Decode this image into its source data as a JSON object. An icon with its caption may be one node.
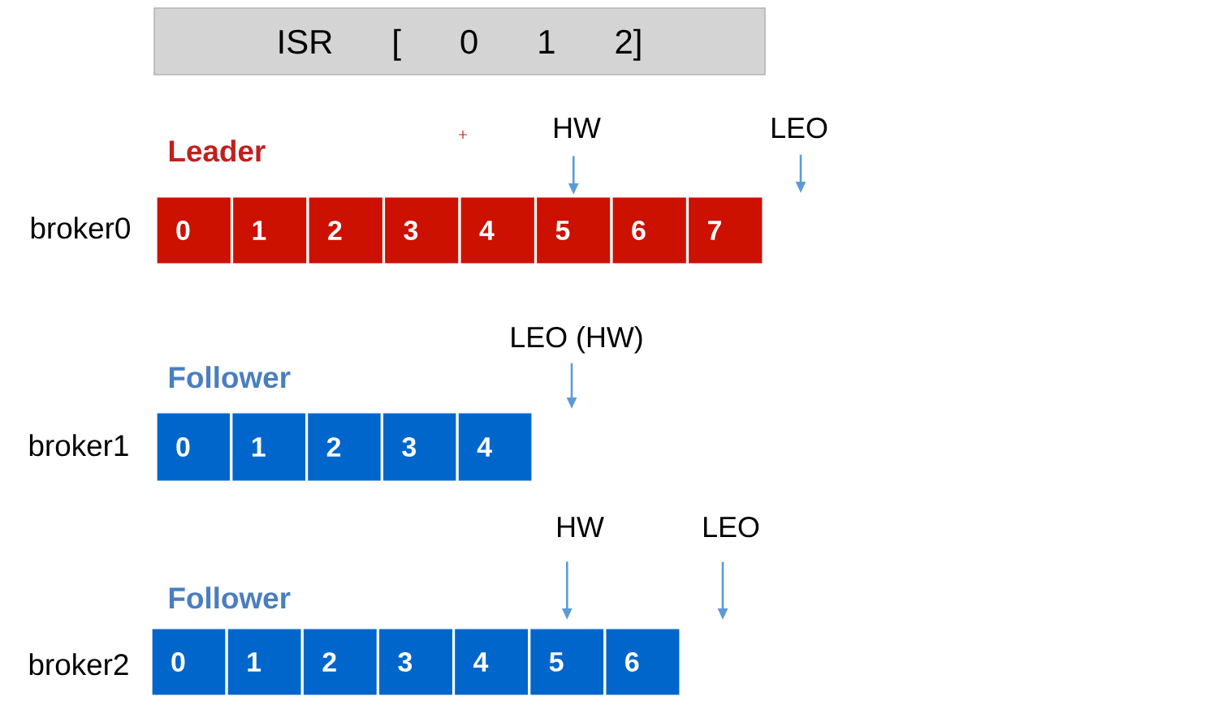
{
  "diagram": {
    "nodes": [
      {
        "text": [
          "ISR [ 0 1 2]"
        ]
      },
      {
        "text": [
          "HW"
        ]
      },
      {
        "text": [
          "LEO"
        ]
      },
      {
        "text": [
          "0"
        ]
      },
      {
        "text": [
          "1"
        ]
      },
      {
        "text": [
          "2"
        ]
      },
      {
        "text": [
          "3"
        ]
      },
      {
        "text": [
          "4"
        ]
      },
      {
        "text": [
          "5"
        ]
      },
      {
        "text": [
          "6"
        ]
      },
      {
        "text": [
          "7"
        ]
      },
      {
        "text": [
          "LEO (HW)"
        ]
      },
      {
        "text": [
          "0"
        ]
      },
      {
        "text": [
          "1"
        ]
      },
      {
        "text": [
          "2"
        ]
      },
      {
        "text": [
          "3"
        ]
      },
      {
        "text": [
          "4"
        ]
      },
      {
        "text": [
          "HW"
        ]
      },
      {
        "text": [
          "LEO"
        ]
      },
      {
        "text": [
          "0"
        ]
      },
      {
        "text": [
          "1"
        ]
      },
      {
        "text": [
          "2"
        ]
      },
      {
        "text": [
          "3"
        ]
      },
      {
        "text": [
          "4"
        ]
      },
      {
        "text": [
          "5"
        ]
      },
      {
        "text": [
          "6"
        ]
      }
    ],
    "edges": [
      {
        "from": 1,
        "to": 8,
        "arrow": "to"
      },
      {
        "from": 2,
        "to": null,
        "arrow": "to"
      },
      {
        "from": 11,
        "to": null,
        "arrow": "to"
      },
      {
        "from": 17,
        "to": 24,
        "arrow": "to"
      },
      {
        "from": 18,
        "to": null,
        "arrow": "to"
      }
    ],
    "labels": [
      "Leader",
      "broker0",
      "Follower",
      "broker1",
      "Follower",
      "broker2"
    ]
  }
}
